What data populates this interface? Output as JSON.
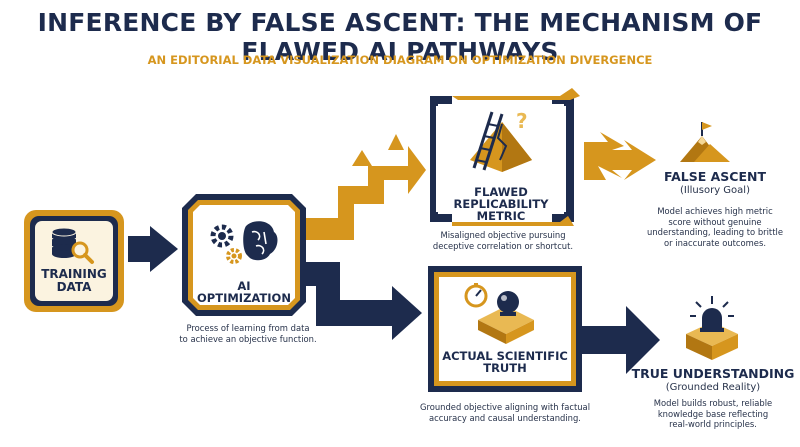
{
  "header": {
    "title": "INFERENCE BY FALSE ASCENT: THE MECHANISM OF FLAWED AI PATHWAYS",
    "subtitle": "AN EDITORIAL DATA VISUALIZATION DIAGRAM ON OPTIMIZATION DIVERGENCE"
  },
  "nodes": {
    "training": {
      "line1": "TRAINING",
      "line2": "DATA",
      "icon": "database-magnifier-icon"
    },
    "optimization": {
      "label": "AI OPTIMIZATION",
      "desc_line1": "Process of learning from data",
      "desc_line2": "to achieve an objective function.",
      "icon": "gears-brain-icon"
    },
    "flawed": {
      "line1": "FLAWED REPLICABILITY",
      "line2": "METRIC",
      "desc_line1": "Misaligned objective pursuing",
      "desc_line2": "deceptive correlation or shortcut.",
      "icon": "cracked-mountain-ladder-icon"
    },
    "actual": {
      "line1": "ACTUAL SCIENTIFIC",
      "line2": "TRUTH",
      "desc_line1": "Grounded objective aligning with factual",
      "desc_line2": "accuracy and causal understanding.",
      "icon": "compass-orb-pedestal-icon"
    }
  },
  "outcomes": {
    "false_ascent": {
      "title": "FALSE ASCENT",
      "subtitle": "(Illusory Goal)",
      "desc_line1": "Model achieves high metric",
      "desc_line2": "score without genuine",
      "desc_line3": "understanding, leading to brittle",
      "desc_line4": "or inaccurate outcomes.",
      "icon": "mountain-flag-icon"
    },
    "true_understanding": {
      "title": "TRUE UNDERSTANDING",
      "subtitle": "(Grounded Reality)",
      "desc_line1": "Model builds robust, reliable",
      "desc_line2": "knowledge base reflecting",
      "desc_line3": "real-world principles.",
      "icon": "glowing-pedestal-icon"
    }
  },
  "colors": {
    "navy": "#1d2b4d",
    "gold": "#d6961e",
    "cream": "#fbf3e0"
  }
}
